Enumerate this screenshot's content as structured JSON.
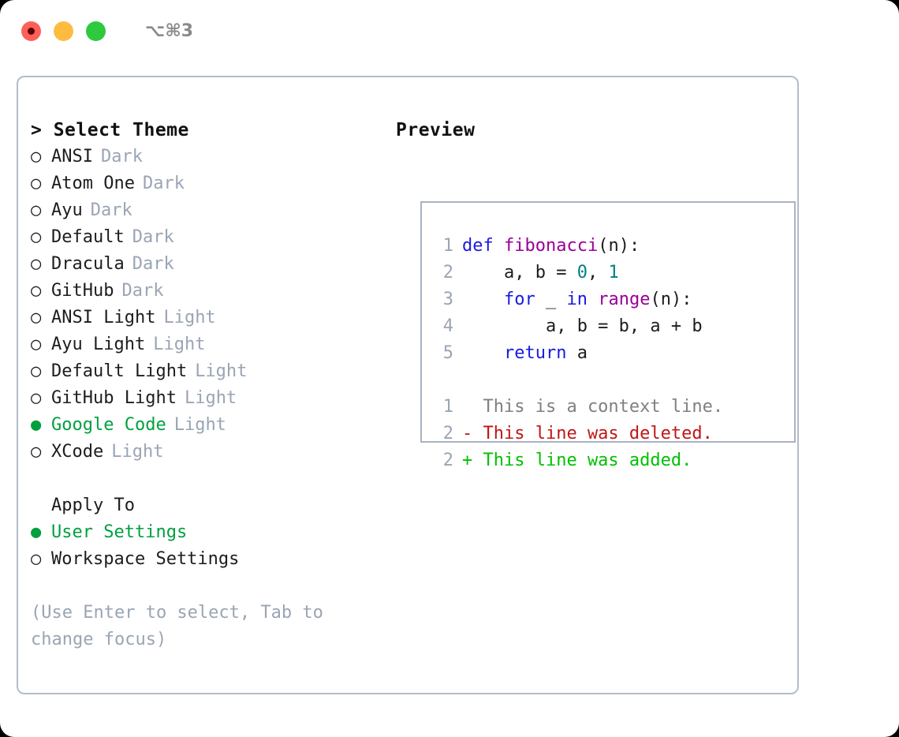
{
  "titlebar": {
    "buttons": [
      {
        "name": "close-button",
        "color": "#fc6058"
      },
      {
        "name": "minimize-button",
        "color": "#fdbc40"
      },
      {
        "name": "maximize-button",
        "color": "#2dc93f"
      }
    ],
    "shortcut": "⌥⌘3"
  },
  "colors": {
    "accent_green": "#00a040",
    "muted": "#9aa5b4",
    "border": "#b3bcca",
    "preview_border": "#a9b3c2",
    "keyword": "#1a1ae0",
    "function": "#990099",
    "number": "#00807f",
    "diff_deleted": "#c01616",
    "diff_added": "#00c000",
    "diff_context": "#808080"
  },
  "left": {
    "heading": "> Select Theme",
    "themes": [
      {
        "marker": "○",
        "label": "ANSI",
        "tag": "Dark",
        "selected": false
      },
      {
        "marker": "○",
        "label": "Atom One",
        "tag": "Dark",
        "selected": false
      },
      {
        "marker": "○",
        "label": "Ayu",
        "tag": "Dark",
        "selected": false
      },
      {
        "marker": "○",
        "label": "Default",
        "tag": "Dark",
        "selected": false
      },
      {
        "marker": "○",
        "label": "Dracula",
        "tag": "Dark",
        "selected": false
      },
      {
        "marker": "○",
        "label": "GitHub",
        "tag": "Dark",
        "selected": false
      },
      {
        "marker": "○",
        "label": "ANSI Light",
        "tag": "Light",
        "selected": false
      },
      {
        "marker": "○",
        "label": "Ayu Light",
        "tag": "Light",
        "selected": false
      },
      {
        "marker": "○",
        "label": "Default Light",
        "tag": "Light",
        "selected": false
      },
      {
        "marker": "○",
        "label": "GitHub Light",
        "tag": "Light",
        "selected": false
      },
      {
        "marker": "●",
        "label": "Google Code",
        "tag": "Light",
        "selected": true
      },
      {
        "marker": "○",
        "label": "XCode",
        "tag": "Light",
        "selected": false
      }
    ],
    "apply_to": {
      "heading": "Apply To",
      "options": [
        {
          "marker": "●",
          "label": "User Settings",
          "selected": true
        },
        {
          "marker": "○",
          "label": "Workspace Settings",
          "selected": false
        }
      ]
    },
    "hint": "(Use Enter to select, Tab to change focus)"
  },
  "right": {
    "heading": "Preview",
    "code_lines": [
      {
        "number": "1",
        "tokens": [
          {
            "text": "def ",
            "cls": "t-kw"
          },
          {
            "text": "fibonacci",
            "cls": "t-fn"
          },
          {
            "text": "(n):",
            "cls": "t-plain"
          }
        ]
      },
      {
        "number": "2",
        "tokens": [
          {
            "text": "    a, b = ",
            "cls": "t-plain"
          },
          {
            "text": "0",
            "cls": "t-num"
          },
          {
            "text": ", ",
            "cls": "t-plain"
          },
          {
            "text": "1",
            "cls": "t-num"
          }
        ]
      },
      {
        "number": "3",
        "tokens": [
          {
            "text": "    ",
            "cls": "t-plain"
          },
          {
            "text": "for",
            "cls": "t-kw"
          },
          {
            "text": " _ ",
            "cls": "t-plain"
          },
          {
            "text": "in",
            "cls": "t-kw"
          },
          {
            "text": " ",
            "cls": "t-plain"
          },
          {
            "text": "range",
            "cls": "t-fn"
          },
          {
            "text": "(n):",
            "cls": "t-plain"
          }
        ]
      },
      {
        "number": "4",
        "tokens": [
          {
            "text": "        a, b = b, a + b",
            "cls": "t-plain"
          }
        ]
      },
      {
        "number": "5",
        "tokens": [
          {
            "text": "    ",
            "cls": "t-plain"
          },
          {
            "text": "return",
            "cls": "t-kw"
          },
          {
            "text": " a",
            "cls": "t-plain"
          }
        ]
      }
    ],
    "diff_lines": [
      {
        "number": "1",
        "tokens": [
          {
            "text": "  This is a context line.",
            "cls": "t-ctx"
          }
        ]
      },
      {
        "number": "2",
        "tokens": [
          {
            "text": "- This line was deleted.",
            "cls": "t-del"
          }
        ]
      },
      {
        "number": "2",
        "tokens": [
          {
            "text": "+ This line was added.",
            "cls": "t-add"
          }
        ]
      }
    ]
  }
}
